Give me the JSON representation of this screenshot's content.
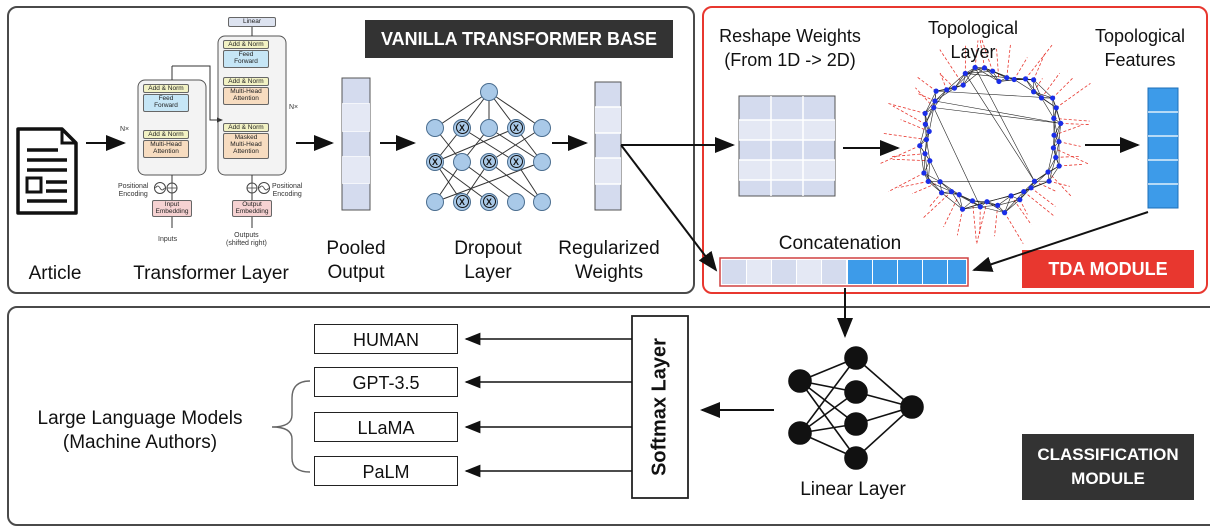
{
  "transformer_panel": {
    "badge": "VANILLA TRANSFORMER BASE",
    "labels": {
      "article": "Article",
      "transformer_layer": "Transformer Layer",
      "pooled_output": "Pooled\nOutput",
      "dropout_layer": "Dropout\nLayer",
      "regularized_weights": "Regularized\nWeights"
    },
    "transformer_fig": {
      "linear": "Linear",
      "add_norm": "Add & Norm",
      "feed_forward": "Feed\nForward",
      "multi_head": "Multi-Head\nAttention",
      "masked_multi_head": "Masked\nMulti-Head\nAttention",
      "nx": "N×",
      "positional_encoding": "Positional\nEncoding",
      "input_embedding": "Input\nEmbedding",
      "output_embedding": "Output\nEmbedding",
      "inputs": "Inputs",
      "outputs": "Outputs\n(shifted right)"
    },
    "dropout_mark": "X"
  },
  "tda_panel": {
    "badge": "TDA MODULE",
    "labels": {
      "reshape": "Reshape Weights\n(From 1D -> 2D)",
      "topological_layer": "Topological\nLayer",
      "topological_features": "Topological\nFeatures",
      "concatenation": "Concatenation"
    }
  },
  "classification_panel": {
    "badge": "CLASSIFICATION\nMODULE",
    "softmax": "Softmax Layer",
    "linear_layer": "Linear Layer",
    "llm_group": "Large Language Models\n(Machine Authors)",
    "outputs": [
      "HUMAN",
      "GPT-3.5",
      "LLaMA",
      "PaLM"
    ]
  },
  "colors": {
    "tda_border": "#e8372f",
    "tda_badge": "#e8372f",
    "dark_badge": "#333333",
    "vector_light": "#cdd5ea",
    "vector_blue": "#3d9be9",
    "node": "#a9c9e8",
    "graph_node": "#1a2ee8",
    "graph_dash": "#e8372f"
  }
}
